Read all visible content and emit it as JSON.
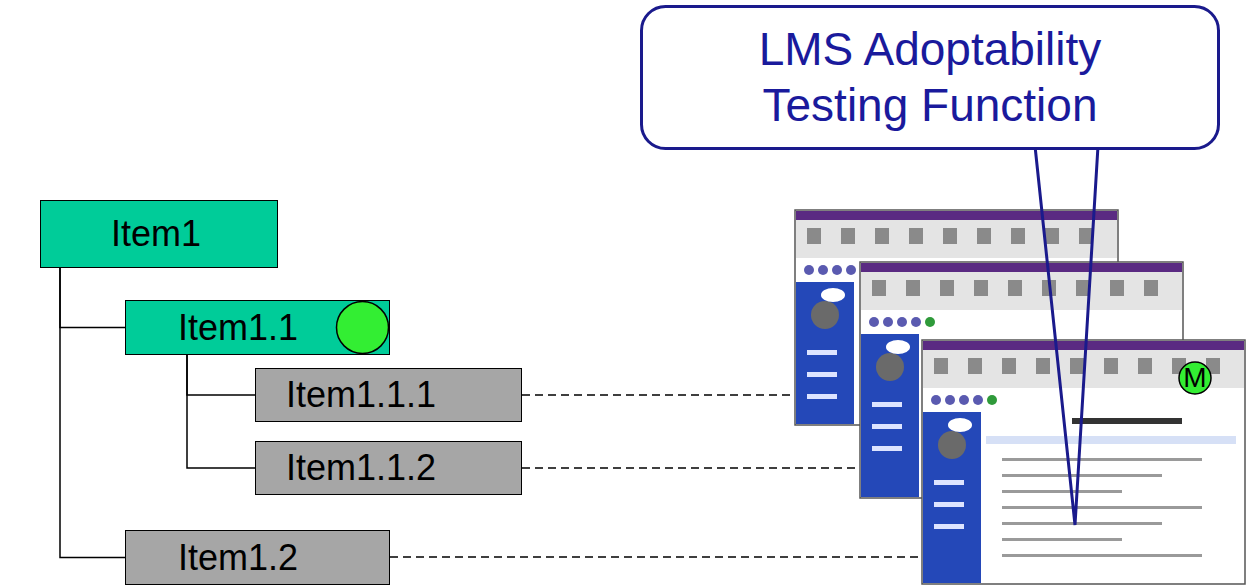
{
  "diagram": {
    "nodes": [
      {
        "text": [
          "Item1"
        ]
      },
      {
        "text": [
          "Item1.1"
        ]
      },
      {
        "text": [
          "Item1.1.1"
        ]
      },
      {
        "text": [
          "Item1.1.2"
        ]
      },
      {
        "text": [
          "Item1.2"
        ]
      },
      {
        "text": [
          "LMS Adoptability Testing Function"
        ]
      },
      {
        "text": [
          "M"
        ]
      }
    ],
    "edges": [
      {
        "from": 0,
        "to": 1,
        "arrow": "none"
      },
      {
        "from": 0,
        "to": 4,
        "arrow": "none"
      },
      {
        "from": 1,
        "to": 2,
        "arrow": "none"
      },
      {
        "from": 1,
        "to": 3,
        "arrow": "none"
      }
    ]
  }
}
